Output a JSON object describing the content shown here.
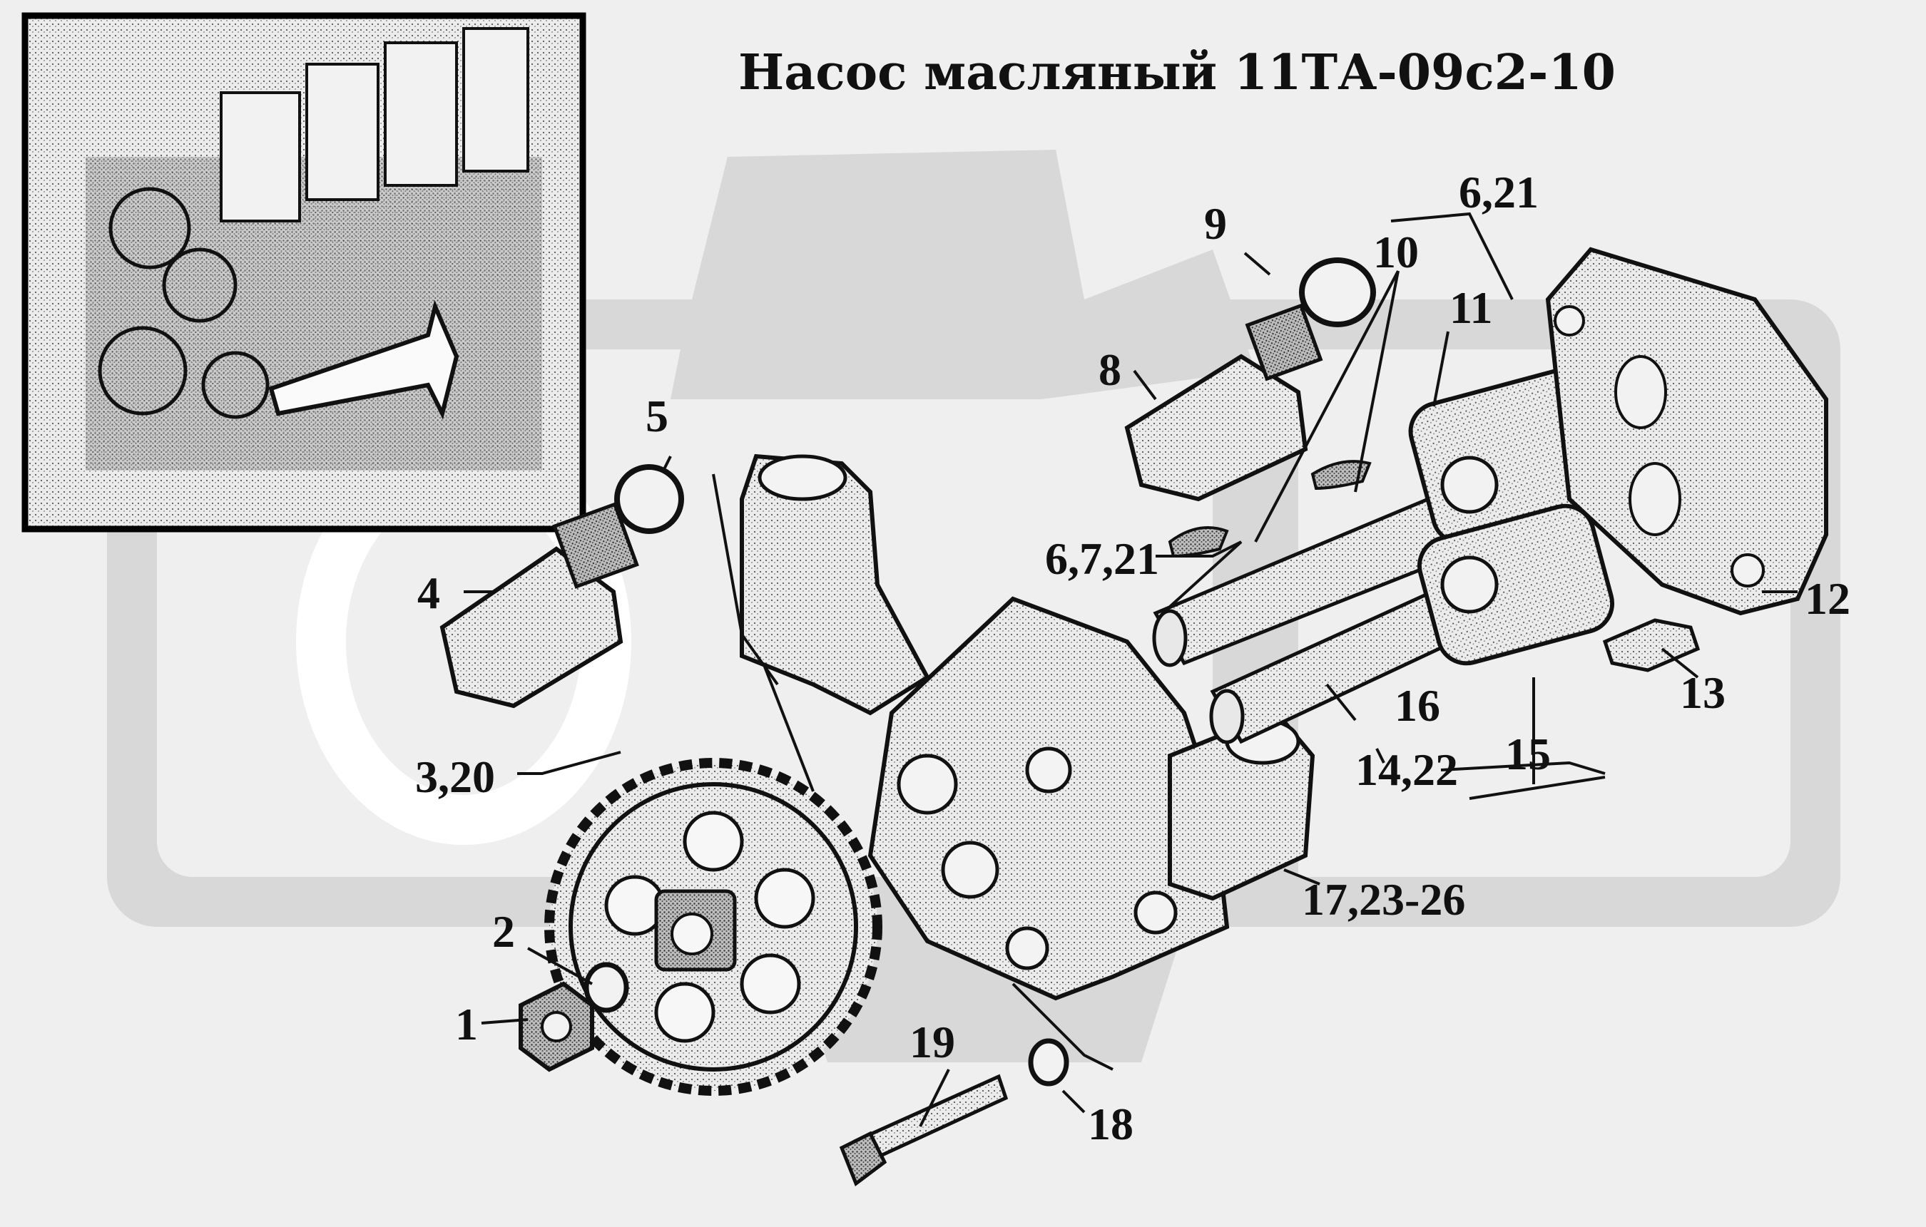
{
  "title": "Насос масляный 11ТА-09с2-10",
  "inset": {
    "description_icon": "engine-location-inset"
  },
  "callouts": [
    {
      "id": "1",
      "text": "1"
    },
    {
      "id": "2",
      "text": "2"
    },
    {
      "id": "3",
      "text": "3,20"
    },
    {
      "id": "4",
      "text": "4"
    },
    {
      "id": "5",
      "text": "5"
    },
    {
      "id": "6a",
      "text": "6,21"
    },
    {
      "id": "6b",
      "text": "6,7,21"
    },
    {
      "id": "8",
      "text": "8"
    },
    {
      "id": "9",
      "text": "9"
    },
    {
      "id": "10",
      "text": "10"
    },
    {
      "id": "11",
      "text": "11"
    },
    {
      "id": "12",
      "text": "12"
    },
    {
      "id": "13",
      "text": "13"
    },
    {
      "id": "14",
      "text": "14,22"
    },
    {
      "id": "15",
      "text": "15"
    },
    {
      "id": "16",
      "text": "16"
    },
    {
      "id": "17",
      "text": "17,23-26"
    },
    {
      "id": "18",
      "text": "18"
    },
    {
      "id": "19",
      "text": "19"
    }
  ],
  "colors": {
    "background": "#efefef",
    "watermark": "#d6d6d6",
    "ink": "#111111",
    "part_fill": "#e4e4e4"
  }
}
